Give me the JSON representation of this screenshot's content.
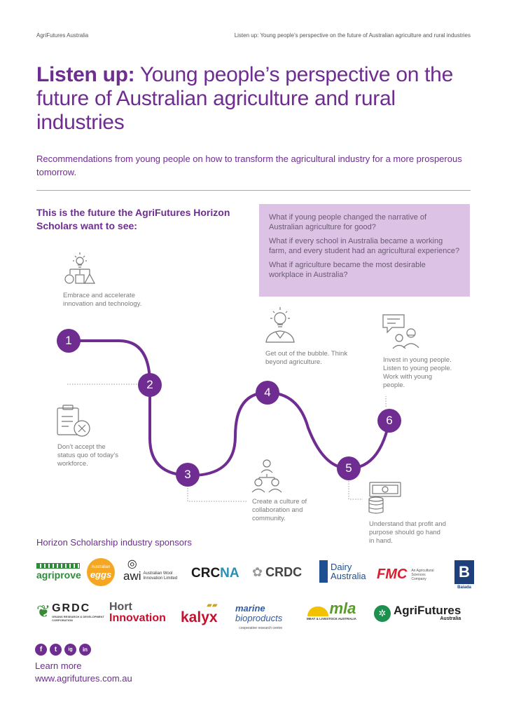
{
  "header": {
    "left": "AgriFutures Australia",
    "right": "Listen up: Young people's perspective on the future of Australian agriculture and rural industries"
  },
  "title": {
    "bold": "Listen up:",
    "rest": " Young people’s perspective on the future of Australian agriculture and rural industries"
  },
  "subtitle": "Recommendations from young people on how to transform the agricultural industry for a more prosperous tomorrow.",
  "future_heading": "This is the future the AgriFutures Horizon Scholars want to see:",
  "what_if": [
    "What if young people changed the narrative of Australian agriculture for good?",
    "What if every school in Australia became a working farm, and every student had an agricultural experience?",
    "What if agriculture became the most desirable workplace in Australia?"
  ],
  "steps": [
    {
      "number": "1",
      "text": "Embrace and accelerate innovation and technology.",
      "icon": "innovation-shapes-icon"
    },
    {
      "number": "2",
      "text": "Don’t accept the status quo of today’s workforce.",
      "icon": "clipboard-cross-icon"
    },
    {
      "number": "3",
      "text": "Create a culture of collaboration and community.",
      "icon": "people-network-icon"
    },
    {
      "number": "4",
      "text": "Get out of the bubble. Think beyond agriculture.",
      "icon": "lightbulb-person-icon"
    },
    {
      "number": "5",
      "text": "Understand that profit and purpose should go hand in hand.",
      "icon": "money-stack-icon"
    },
    {
      "number": "6",
      "text": "Invest in young people. Listen to young people. Work with young people.",
      "icon": "speech-people-icon"
    }
  ],
  "sponsors_heading": "Horizon Scholarship industry sponsors",
  "sponsors": {
    "agriprove": "agriprove",
    "eggs_top": "Australian",
    "eggs": "eggs",
    "awi": "awi",
    "awi_sub": "Australian Wool Innovation Limited",
    "crcna_a": "CRC",
    "crcna_b": "NA",
    "crdc": "CRDC",
    "dairy_a": "Dairy",
    "dairy_b": "Australia",
    "fmc": "FMC",
    "fmc_sub": "An Agricultural Sciences Company",
    "baiada": "Baiada",
    "grdc": "GRDC",
    "grdc_sub": "GRAINS RESEARCH & DEVELOPMENT CORPORATION",
    "hort_a": "Hort",
    "hort_b": "Innovation",
    "kalyx": "kalyx",
    "marine_a": "marine",
    "marine_b": "bioproducts",
    "marine_sub": "cooperative research centre",
    "mla": "mla",
    "mla_sub": "MEAT & LIVESTOCK AUSTRALIA",
    "agrifutures": "AgriFutures",
    "agrifutures_sub": "Australia"
  },
  "social": [
    "f",
    "t",
    "ig",
    "in"
  ],
  "learn_more": "Learn more",
  "url": "www.agrifutures.com.au",
  "colors": {
    "accent": "#6f2c91",
    "panel": "#dcc3e6"
  }
}
